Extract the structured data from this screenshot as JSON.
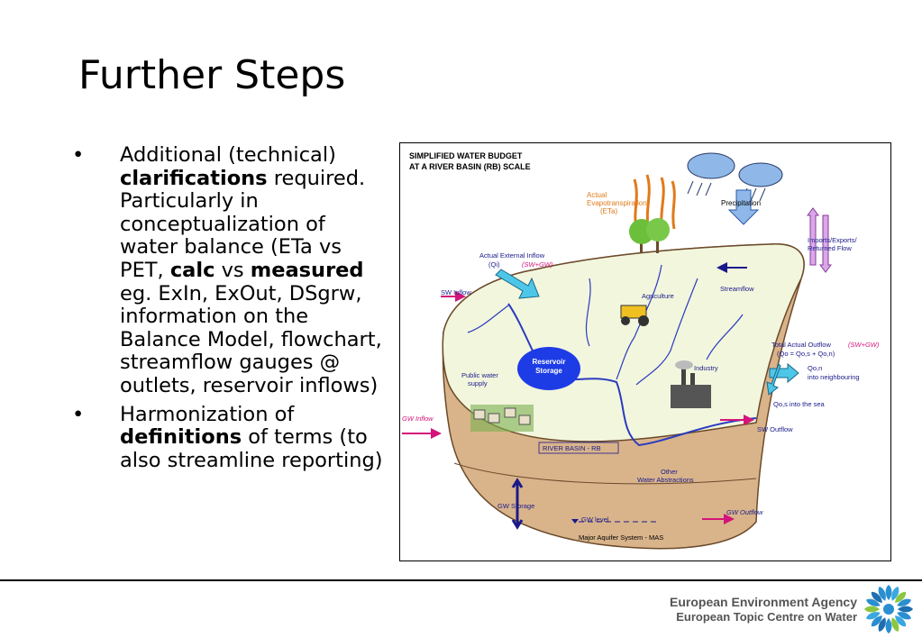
{
  "slide": {
    "title": "Further Steps",
    "bullets": [
      {
        "segments": [
          {
            "text": "Additional (technical) ",
            "bold": false
          },
          {
            "text": "clarifications",
            "bold": true
          },
          {
            "text": " required. Particularly in conceptualization of water balance (ETa vs PET, ",
            "bold": false
          },
          {
            "text": "calc",
            "bold": true
          },
          {
            "text": " vs ",
            "bold": false
          },
          {
            "text": "measured",
            "bold": true
          },
          {
            "text": " eg. ExIn, ExOut, DSgrw, information on the Balance Model, flowchart, streamflow gauges @ outlets, reservoir inflows)",
            "bold": false
          }
        ]
      },
      {
        "segments": [
          {
            "text": "Harmonization of ",
            "bold": false
          },
          {
            "text": "definitions",
            "bold": true
          },
          {
            "text": " of terms (to also streamline reporting)",
            "bold": false
          }
        ]
      }
    ],
    "bullet_symbol": "•"
  },
  "diagram": {
    "title_line1": "SIMPLIFIED WATER BUDGET",
    "title_line2": "AT A RIVER BASIN (RB) SCALE",
    "labels": {
      "actual": "Actual",
      "evapotranspiration": "Evapotranspiration",
      "eta": "(ETa)",
      "precipitation": "Precipitation",
      "imports1": "Imports/Exports/",
      "imports2": "Returned Flow",
      "external_inflow1": "Actual External Inflow",
      "external_inflow2": "(Qi)",
      "swgw": "(SW+GW)",
      "sw_inflow": "SW Inflow",
      "agriculture": "Agriculture",
      "streamflow": "Streamflow",
      "reservoir1": "Reservoir",
      "reservoir2": "Storage",
      "public_water1": "Public water",
      "public_water2": "supply",
      "industry": "Industry",
      "total_outflow": "Total Actual Outflow",
      "total_outflow_swgw": "(SW+GW)",
      "qo_eq": "(Qo = Qo,s + Qo,n)",
      "qon1": "Qo,n",
      "qon2": "into neighbouring",
      "qos": "Qo,s  into the sea",
      "gw_inflow": "GW Inflow",
      "sw_outflow": "SW Outflow",
      "river_basin": "RIVER BASIN - RB",
      "other1": "Other",
      "other2": "Water Abstractions",
      "gw_storage": "GW Storage",
      "gw_level": "GW level",
      "gw_outflow": "GW Outflow",
      "aquifer": "Major Aquifer System - MAS"
    }
  },
  "footer": {
    "agency": "European Environment Agency",
    "centre": "European Topic Centre on Water"
  },
  "colors": {
    "accent_blue": "#2a2ad8",
    "orange": "#e07a1a",
    "magenta": "#d4147a",
    "ground": "#d9b48b",
    "field": "#f2f6dd",
    "river": "#2b3bbf",
    "reservoir": "#1d3ce6"
  }
}
